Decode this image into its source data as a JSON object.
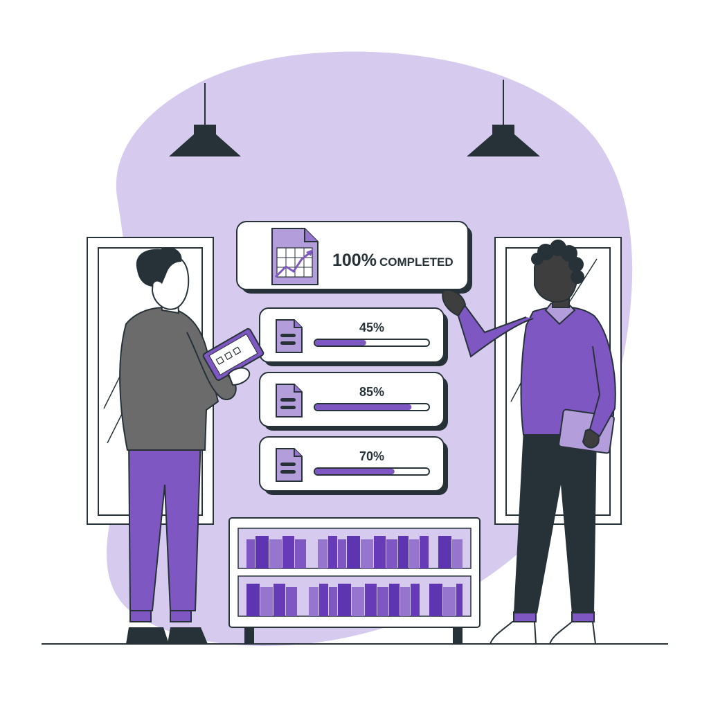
{
  "colors": {
    "accent": "#7e57c2",
    "accent_dark": "#5e35b1",
    "accent_light": "#b39ddb",
    "blob": "#d6cbee",
    "ink": "#263238",
    "jacket": "#6b6b6b",
    "skin_dark": "#3e3e3e"
  },
  "summary_card": {
    "percent": "100%",
    "status": "COMPLETED",
    "icon": "chart-document-icon"
  },
  "progress_cards": [
    {
      "label": "45%",
      "value": 45,
      "icon": "document-icon"
    },
    {
      "label": "85%",
      "value": 85,
      "icon": "document-icon"
    },
    {
      "label": "70%",
      "value": 70,
      "icon": "document-icon"
    }
  ]
}
